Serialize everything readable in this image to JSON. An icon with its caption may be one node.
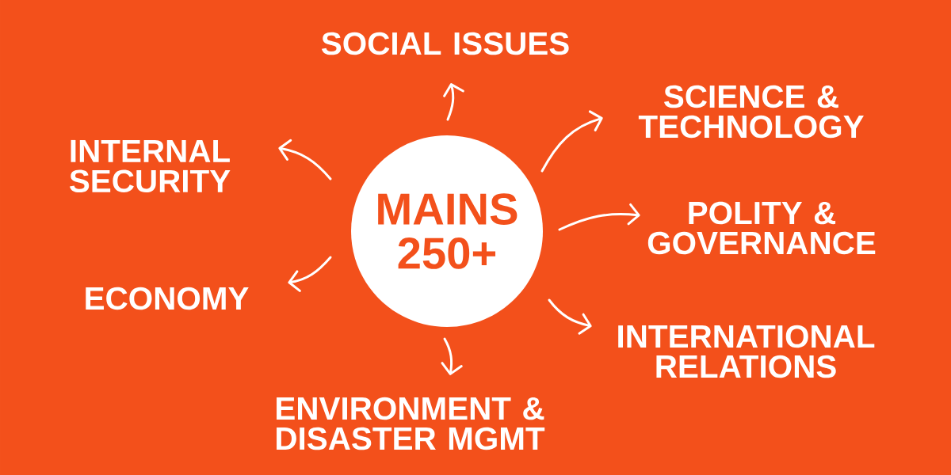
{
  "diagram": {
    "nodes": [
      {
        "text": [
          "MAINS 250+"
        ]
      },
      {
        "text": [
          "SOCIAL ISSUES"
        ]
      },
      {
        "text": [
          "SCIENCE & TECHNOLOGY"
        ]
      },
      {
        "text": [
          "INTERNAL SECURITY"
        ]
      },
      {
        "text": [
          "POLITY & GOVERNANCE"
        ]
      },
      {
        "text": [
          "ECONOMY"
        ]
      },
      {
        "text": [
          "INTERNATIONAL RELATIONS"
        ]
      },
      {
        "text": [
          "ENVIRONMENT & DISASTER MGMT"
        ]
      }
    ],
    "edges": [
      {
        "from": 0,
        "to": 1,
        "arrow": "to"
      },
      {
        "from": 0,
        "to": 2,
        "arrow": "to"
      },
      {
        "from": 0,
        "to": 3,
        "arrow": "to"
      },
      {
        "from": 0,
        "to": 4,
        "arrow": "to"
      },
      {
        "from": 0,
        "to": 5,
        "arrow": "to"
      },
      {
        "from": 0,
        "to": 6,
        "arrow": "to"
      },
      {
        "from": 0,
        "to": 7,
        "arrow": "to"
      }
    ]
  }
}
